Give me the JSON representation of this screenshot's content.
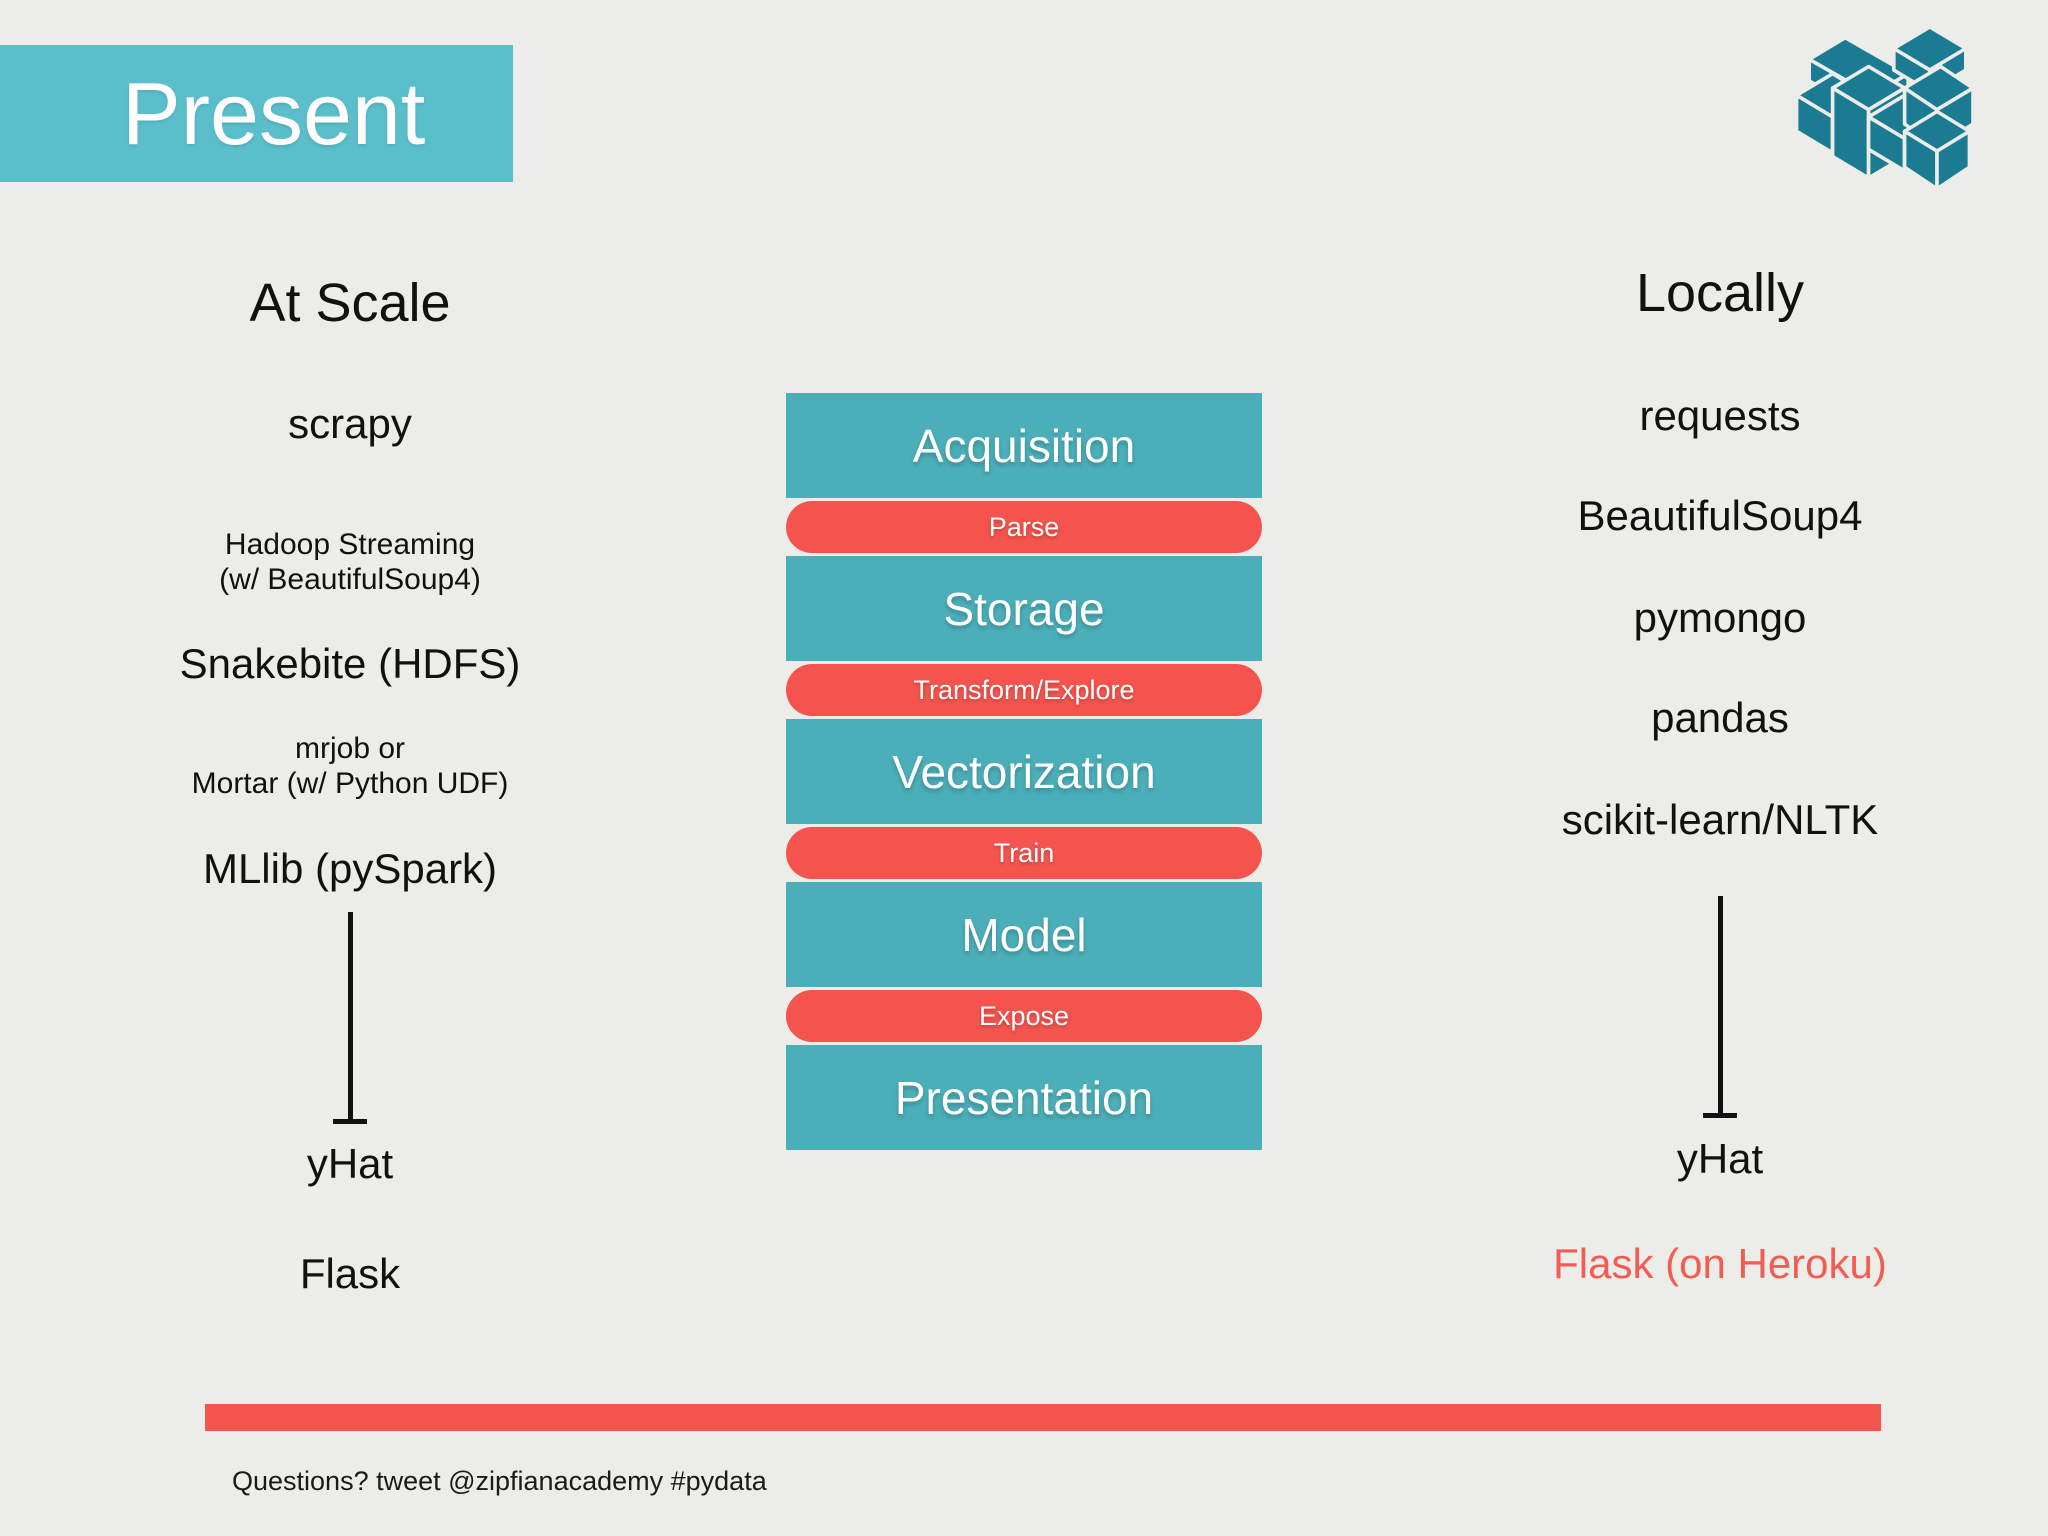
{
  "slide": {
    "title": "Present",
    "background_color": "#ECEDE8",
    "accent_teal": "#4BAFB9",
    "accent_teal_light": "#5BBFCB",
    "accent_red": "#F4544D"
  },
  "logo": {
    "name": "pydata-cube-logo",
    "color": "#1A7B92"
  },
  "columns": {
    "left": {
      "header": "At Scale",
      "items": [
        {
          "text": "scrapy",
          "size": "big",
          "color": "default"
        },
        {
          "text": "Hadoop Streaming",
          "text2": "(w/ BeautifulSoup4)",
          "size": "small",
          "color": "default"
        },
        {
          "text": "Snakebite (HDFS)",
          "size": "big",
          "color": "default"
        },
        {
          "text": "mrjob or",
          "text2": "Mortar (w/ Python UDF)",
          "size": "small",
          "color": "default"
        },
        {
          "text": "MLlib (pySpark)",
          "size": "big",
          "color": "default"
        },
        {
          "text": "yHat",
          "size": "big",
          "color": "default"
        },
        {
          "text": "Flask",
          "size": "big",
          "color": "default"
        }
      ]
    },
    "right": {
      "header": "Locally",
      "items": [
        {
          "text": "requests",
          "size": "big",
          "color": "default"
        },
        {
          "text": "BeautifulSoup4",
          "size": "big",
          "color": "default"
        },
        {
          "text": "pymongo",
          "size": "big",
          "color": "default"
        },
        {
          "text": "pandas",
          "size": "big",
          "color": "default"
        },
        {
          "text": "scikit-learn/NLTK",
          "size": "big",
          "color": "default"
        },
        {
          "text": "yHat",
          "size": "big",
          "color": "default"
        },
        {
          "text": "Flask (on Heroku)",
          "size": "big",
          "color": "red"
        }
      ]
    }
  },
  "pipeline": {
    "stages": [
      {
        "label": "Acquisition",
        "kind": "major"
      },
      {
        "label": "Parse",
        "kind": "minor"
      },
      {
        "label": "Storage",
        "kind": "major"
      },
      {
        "label": "Transform/Explore",
        "kind": "minor"
      },
      {
        "label": "Vectorization",
        "kind": "major"
      },
      {
        "label": "Train",
        "kind": "minor"
      },
      {
        "label": "Model",
        "kind": "major"
      },
      {
        "label": "Expose",
        "kind": "minor"
      },
      {
        "label": "Presentation",
        "kind": "major"
      }
    ]
  },
  "footer": {
    "text": "Questions? tweet @zipfianacademy #pydata",
    "bar_color": "#F4544D"
  }
}
